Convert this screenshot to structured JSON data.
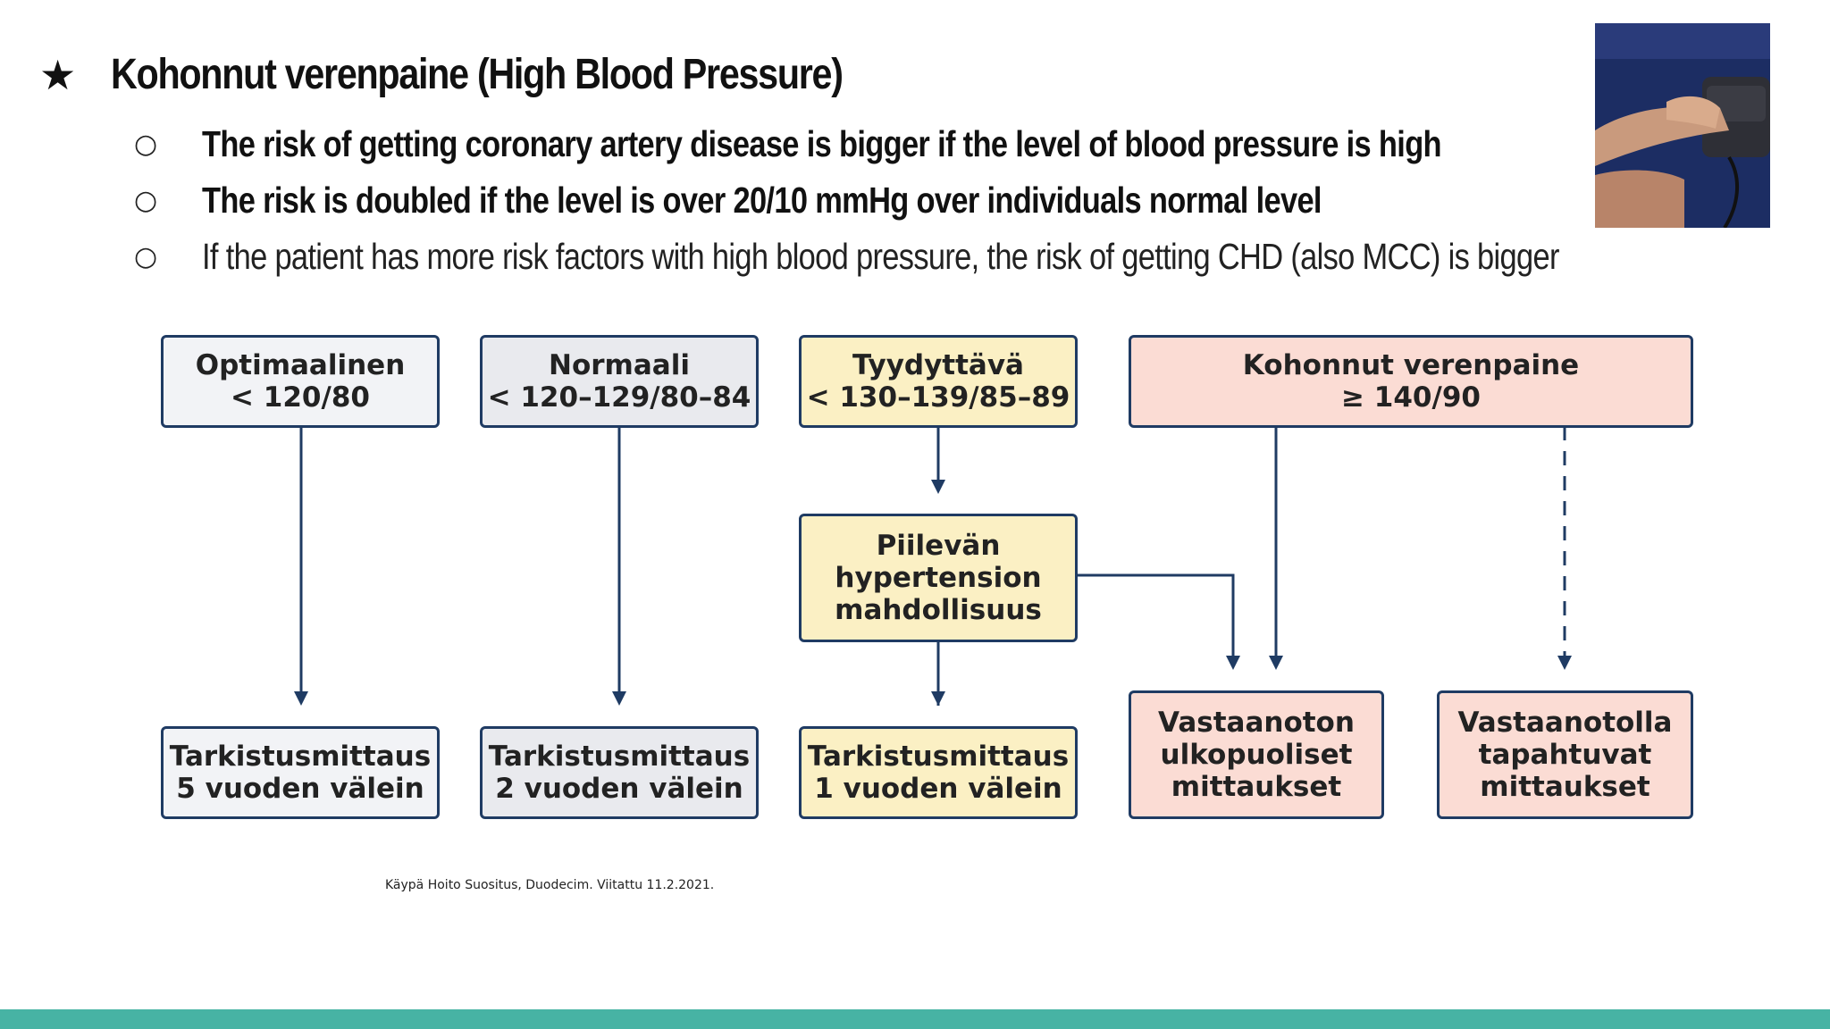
{
  "slide": {
    "title": "Kohonnut verenpaine (High Blood Pressure)",
    "title_marker": "★",
    "bullet_marker": "○",
    "bullets": [
      "The risk of getting coronary artery disease is bigger if the level of blood pressure is high",
      "The risk is doubled if the level is over 20/10 mmHg over individuals normal level",
      "If the patient has more risk factors with high blood pressure, the risk of getting CHD (also MCC) is bigger"
    ],
    "photo": "person-measuring-blood-pressure-photo"
  },
  "diagram": {
    "optimaalinen": {
      "line1": "Optimaalinen",
      "line2": "< 120/80"
    },
    "normaali": {
      "line1": "Normaali",
      "line2": "< 120–129/80–84"
    },
    "tyydyttava": {
      "line1": "Tyydyttävä",
      "line2": "< 130–139/85–89"
    },
    "kohonnut": {
      "line1": "Kohonnut verenpaine",
      "line2": "≥ 140/90"
    },
    "piilevan": {
      "line1": "Piilevän",
      "line2": "hypertension",
      "line3": "mahdollisuus"
    },
    "tark5": {
      "line1": "Tarkistusmittaus",
      "line2": "5 vuoden välein"
    },
    "tark2": {
      "line1": "Tarkistusmittaus",
      "line2": "2 vuoden välein"
    },
    "tark1": {
      "line1": "Tarkistusmittaus",
      "line2": "1 vuoden välein"
    },
    "ulko": {
      "line1": "Vastaanoton",
      "line2": "ulkopuoliset",
      "line3": "mittaukset"
    },
    "vast": {
      "line1": "Vastaanotolla",
      "line2": "tapahtuvat",
      "line3": "mittaukset"
    },
    "colors": {
      "line": "#1f3b63",
      "optimal": "#f2f3f6",
      "normal": "#e9eaee",
      "satisfactory": "#fbf0c4",
      "high": "#fbdcd4"
    }
  },
  "citation": "Käypä Hoito Suositus, Duodecim. Viitattu 11.2.2021.",
  "theme": {
    "footer_color": "#47b3a4"
  }
}
